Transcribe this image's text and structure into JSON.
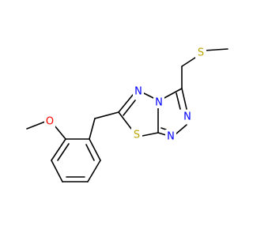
{
  "colors": {
    "background": "#ffffff",
    "bond": "#000000",
    "nitrogen": "#0000ff",
    "sulfur": "#b8a400",
    "oxygen": "#ff0000"
  },
  "atoms": {
    "o_methoxy": {
      "symbol": "O",
      "element": "oxygen"
    },
    "s_thiadiazole": {
      "symbol": "S",
      "element": "sulfur"
    },
    "s_thioether": {
      "symbol": "S",
      "element": "sulfur"
    },
    "n_thiadiazole_1": {
      "symbol": "N",
      "element": "nitrogen"
    },
    "n_bridgehead": {
      "symbol": "N",
      "element": "nitrogen"
    },
    "n_triazole_1": {
      "symbol": "N",
      "element": "nitrogen"
    },
    "n_triazole_2": {
      "symbol": "N",
      "element": "nitrogen"
    }
  }
}
